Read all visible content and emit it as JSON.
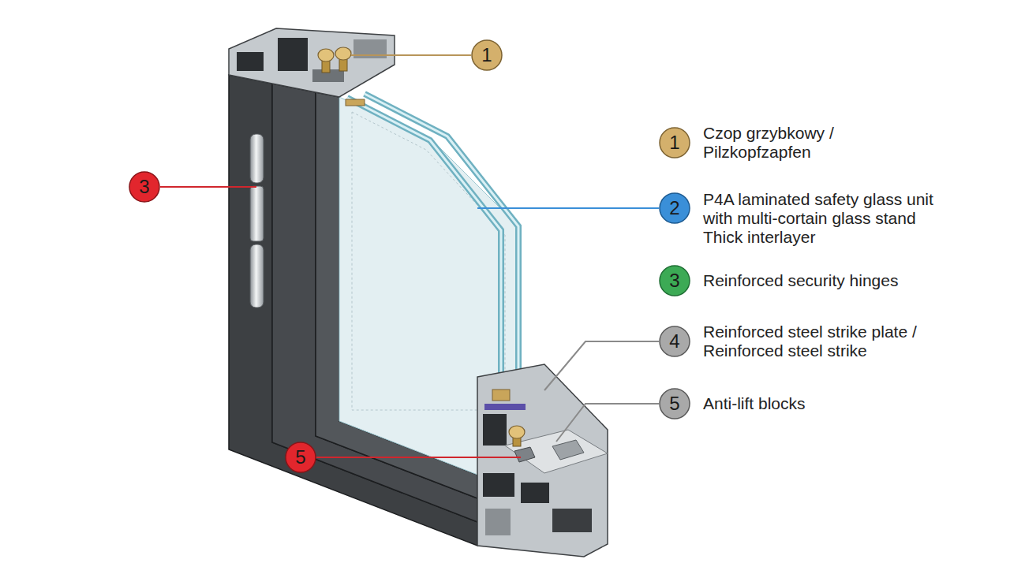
{
  "diagram": {
    "nodes": [
      {
        "text": [
          "1"
        ]
      },
      {
        "text": [
          "1",
          "Czop grzybkowy / Pilzkopfzapfen"
        ]
      },
      {
        "text": [
          "3"
        ]
      },
      {
        "text": [
          "2",
          "P4A laminated safety glass unit with multi-cortain glass stand Thick interlayer"
        ]
      },
      {
        "text": [
          "3",
          "Reinforced security hinges"
        ]
      },
      {
        "text": [
          "4",
          "Reinforced steel strike plate / Reinforced steel strike"
        ]
      },
      {
        "text": [
          "5",
          "Anti-lift blocks"
        ]
      },
      {
        "text": [
          "5"
        ]
      }
    ]
  }
}
